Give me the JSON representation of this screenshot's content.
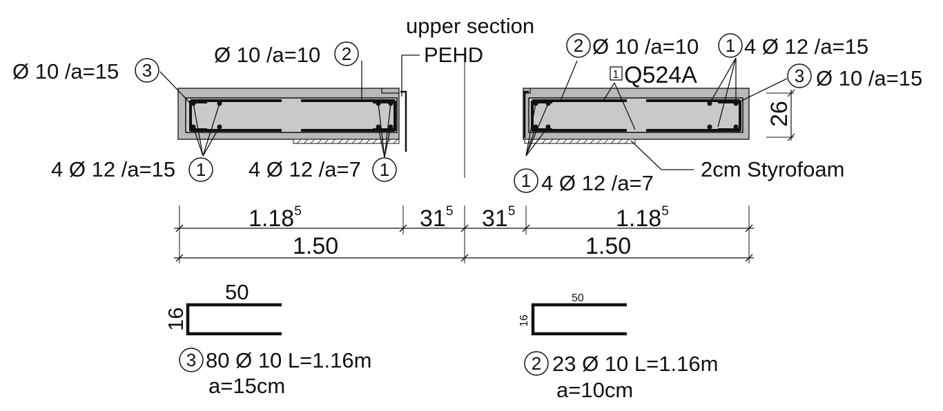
{
  "labels": {
    "upper_section": "upper section",
    "pehd": "PEHD",
    "left_top_bar": "Ø 10 /a=10",
    "left_side_bar": "Ø 10 /a=15",
    "left_bottom_bar_outer": "4 Ø 12 /a=15",
    "left_bottom_bar_inner": "4 Ø 12 /a=7",
    "right_top_bar": "Ø 10 /a=10",
    "right_top_main": "4 Ø 12 /a=15",
    "right_side_bar": "Ø 10 /a=15",
    "mesh": "Q524A",
    "mesh_mark": "1",
    "styrofoam": "2cm Styrofoam",
    "right_bottom_bar": "4 Ø 12 /a=7",
    "thickness": "26"
  },
  "positions": {
    "p1": "1",
    "p2": "2",
    "p3": "3"
  },
  "dimensions": {
    "d1": "1.18",
    "d1_sup": "5",
    "d2": "31",
    "d2_sup": "5",
    "d3": "31",
    "d3_sup": "5",
    "d4": "1.18",
    "d4_sup": "5",
    "total_left": "1.50",
    "total_right": "1.50"
  },
  "schedule": {
    "shape3_width": "50",
    "shape3_height": "16",
    "shape3_desc": "80 Ø 10 L=1.16m",
    "shape3_spacing": "a=15cm",
    "shape2_width": "50",
    "shape2_height": "16",
    "shape2_desc": "23 Ø 10 L=1.16m",
    "shape2_spacing": "a=10cm"
  }
}
